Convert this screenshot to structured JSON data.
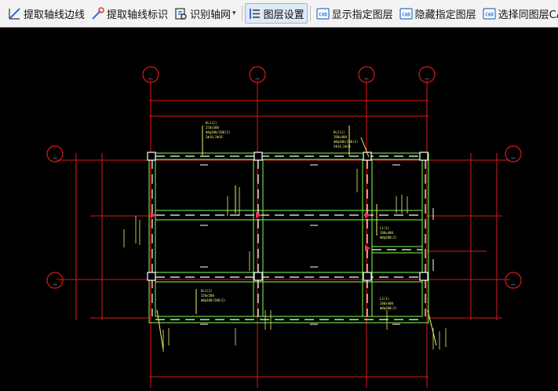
{
  "toolbar": {
    "extract_axis_edge": "提取轴线边线",
    "extract_axis_label": "提取轴线标识",
    "identify_axis_grid": "识别轴网",
    "layer_settings": "图层设置",
    "show_layer": "显示指定图层",
    "hide_layer": "隐藏指定图层",
    "select_same_layer": "选择同图层CAD图元",
    "cad_badge": "CAD",
    "caret": "▾"
  },
  "drawing": {
    "axis_bubble_mark": "_",
    "colors": {
      "background": "#000000",
      "axis": "#e01818",
      "beam": "#7cff4a",
      "column": "#ffffff",
      "annotation": "#f2f27a",
      "accent": "#ff2a5a"
    },
    "annotations": {
      "top_left": [
        "KL1(2)",
        "250x500",
        "Φ8@100/200(2)",
        "2Φ16;2Φ16"
      ],
      "top_right": [
        "KL2(1)",
        "200x400",
        "Φ8@100/200(2)",
        "2Φ14;2Φ14"
      ],
      "mid_right": [
        "L1(1)",
        "200x400",
        "Φ8@200(2)"
      ],
      "bottom_left": [
        "KL3(2)",
        "250x500",
        "Φ8@100/200(2)"
      ],
      "bottom_right": [
        "L2(1)",
        "200x400",
        "Φ8@200(2)"
      ]
    }
  }
}
